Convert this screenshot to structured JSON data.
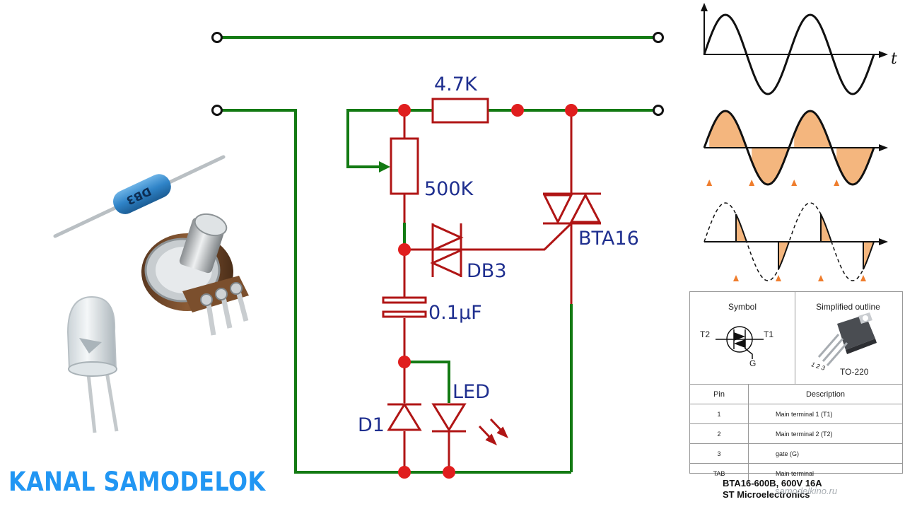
{
  "circuit": {
    "labels": {
      "resistor": "4.7K",
      "pot": "500K",
      "diac": "DB3",
      "triac": "BTA16",
      "capacitor": "0.1µF",
      "diode": "D1",
      "led": "LED"
    },
    "colors": {
      "wire_green": "#137a13",
      "wire_red": "#b01515",
      "node": "#e01e1e",
      "label": "#1f2f8f"
    }
  },
  "waveforms": {
    "axis_label": "t",
    "fill_color": "#f4b67e",
    "marker_color": "#ef7d2d"
  },
  "datasheet": {
    "symbol_title": "Symbol",
    "outline_title": "Simplified outline",
    "symbol_t2": "T2",
    "symbol_t1": "T1",
    "symbol_g": "G",
    "package": "TO-220",
    "pin_numbers": "1 2 3",
    "table_headers": [
      "Pin",
      "Description"
    ],
    "pins": [
      {
        "pin": "1",
        "desc": "Main terminal 1 (T1)"
      },
      {
        "pin": "2",
        "desc": "Main terminal 2 (T2)"
      },
      {
        "pin": "3",
        "desc": "gate (G)"
      },
      {
        "pin": "TAB",
        "desc": "Main terminal"
      }
    ]
  },
  "caption": {
    "line1": "BTA16-600B, 600V 16A",
    "line2": "ST Microelectronics"
  },
  "brand": "KANAL SAMODELOK",
  "watermark": "samodelkino.ru",
  "components_photo": {
    "diac_marking": "DB3"
  }
}
